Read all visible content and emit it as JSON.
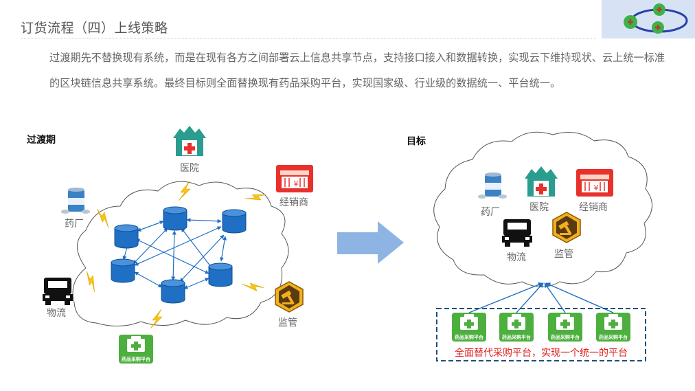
{
  "header": {
    "title": "订货流程（四）上线策略"
  },
  "intro": {
    "text": "过渡期先不替换现有系统，而是在现有各方之间部署云上信息共享节点，支持接口接入和数据转换，实现云下维持现状、云上统一标准的区块链信息共享系统。最终目标则全面替换现有药品采购平台，实现国家级、行业级的数据统一、平台统一。"
  },
  "left_panel": {
    "label": "过渡期",
    "hospital": "医院",
    "distributor": "经销商",
    "pharma": "药厂",
    "logistics": "物流",
    "regulator": "监管",
    "platform": "药品采购平台"
  },
  "right_panel": {
    "label": "目标",
    "pharma": "药厂",
    "hospital": "医院",
    "distributor": "经销商",
    "logistics": "物流",
    "regulator": "监管",
    "platforms": [
      "药品采购平台",
      "药品采购平台",
      "药品采购平台",
      "药品采购平台"
    ],
    "caption": "全面替代采购平台，实现一个统一的平台"
  },
  "colors": {
    "node_blue": "#1f6fc5",
    "arrow_blue": "#8eb4e3",
    "hospital_teal": "#2a9d8f",
    "distributor_red": "#e8312b",
    "platform_green": "#4caf3e",
    "regulator_gold": "#f2b01e",
    "lightning_yellow": "#f5c518",
    "caption_red": "#e02020",
    "dashed_box": "#1f4e79"
  },
  "icons": [
    "hospital-icon",
    "store-icon",
    "paint-can-icon",
    "truck-icon",
    "gavel-icon",
    "medical-box-icon",
    "lightning-icon",
    "database-icon"
  ]
}
